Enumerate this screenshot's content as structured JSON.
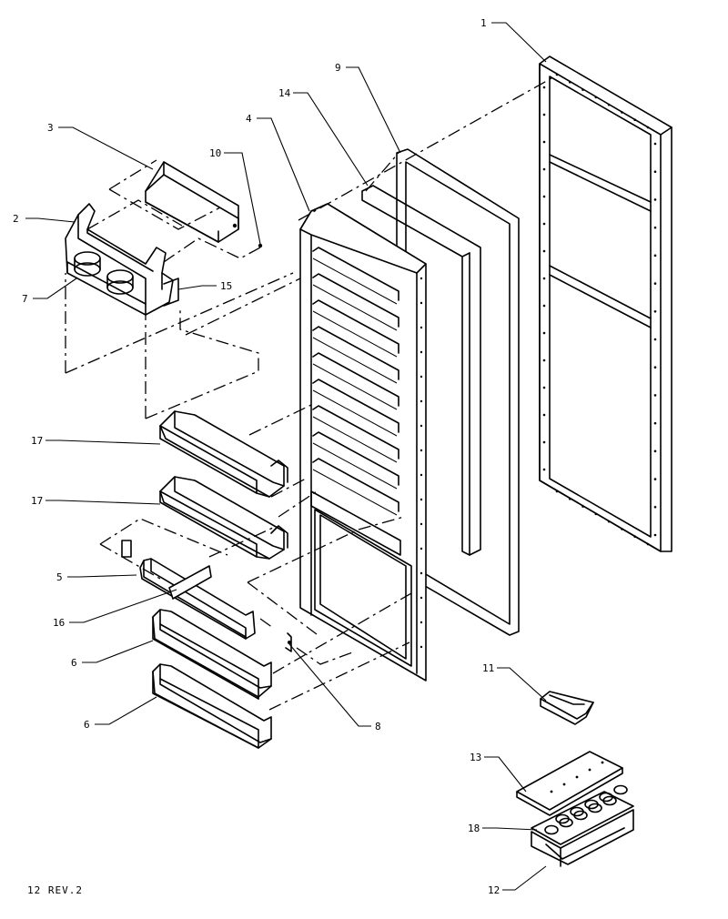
{
  "diagram": {
    "part_numbers": {
      "p1": "1",
      "p2": "2",
      "p3": "3",
      "p4": "4",
      "p5": "5",
      "p6a": "6",
      "p6b": "6",
      "p7": "7",
      "p8": "8",
      "p9": "9",
      "p10": "10",
      "p11": "11",
      "p12": "12",
      "p13": "13",
      "p14": "14",
      "p15": "15",
      "p16": "16",
      "p17a": "17",
      "p17b": "17",
      "p18": "18"
    },
    "revision_label": "12 REV.2"
  }
}
